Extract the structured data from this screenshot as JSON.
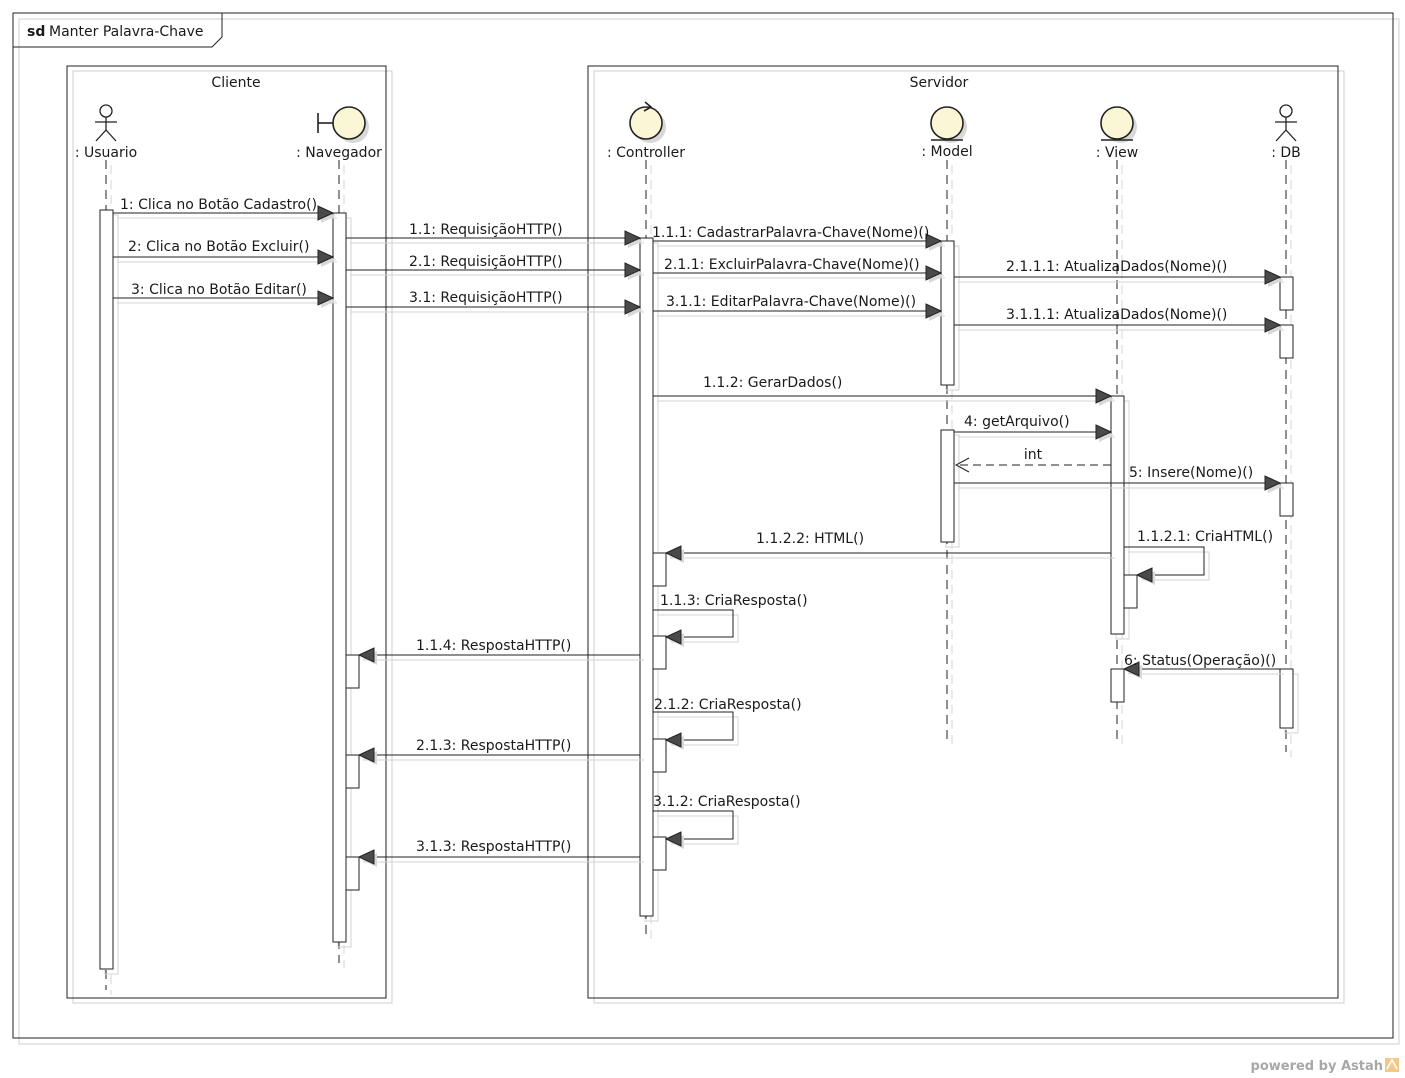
{
  "diagram": {
    "frame_keyword": "sd",
    "frame_title": "Manter Palavra-Chave",
    "groups": [
      {
        "id": "cliente",
        "title": "Cliente"
      },
      {
        "id": "servidor",
        "title": "Servidor"
      }
    ],
    "lifelines": [
      {
        "id": "usuario",
        "label": ": Usuario",
        "type": "actor"
      },
      {
        "id": "navegador",
        "label": ": Navegador",
        "type": "boundary"
      },
      {
        "id": "controller",
        "label": ": Controller",
        "type": "control"
      },
      {
        "id": "model",
        "label": ": Model",
        "type": "entity"
      },
      {
        "id": "view",
        "label": ": View",
        "type": "entity"
      },
      {
        "id": "db",
        "label": ": DB",
        "type": "actor"
      }
    ],
    "messages": [
      {
        "id": "m1",
        "label": "1: Clica no Botão Cadastro()",
        "from": "usuario",
        "to": "navegador",
        "kind": "sync"
      },
      {
        "id": "m2",
        "label": "2: Clica no Botão Excluir()",
        "from": "usuario",
        "to": "navegador",
        "kind": "sync"
      },
      {
        "id": "m3",
        "label": "3: Clica no Botão Editar()",
        "from": "usuario",
        "to": "navegador",
        "kind": "sync"
      },
      {
        "id": "m1_1",
        "label": "1.1: RequisiçãoHTTP()",
        "from": "navegador",
        "to": "controller",
        "kind": "sync"
      },
      {
        "id": "m2_1",
        "label": "2.1: RequisiçãoHTTP()",
        "from": "navegador",
        "to": "controller",
        "kind": "sync"
      },
      {
        "id": "m3_1",
        "label": "3.1: RequisiçãoHTTP()",
        "from": "navegador",
        "to": "controller",
        "kind": "sync"
      },
      {
        "id": "m1_1_1",
        "label": "1.1.1: CadastrarPalavra-Chave(Nome)()",
        "from": "controller",
        "to": "model",
        "kind": "sync"
      },
      {
        "id": "m2_1_1",
        "label": "2.1.1: ExcluirPalavra-Chave(Nome)()",
        "from": "controller",
        "to": "model",
        "kind": "sync"
      },
      {
        "id": "m3_1_1",
        "label": "3.1.1: EditarPalavra-Chave(Nome)()",
        "from": "controller",
        "to": "model",
        "kind": "sync"
      },
      {
        "id": "m2_1_1_1",
        "label": "2.1.1.1: AtualizaDados(Nome)()",
        "from": "model",
        "to": "db",
        "kind": "sync"
      },
      {
        "id": "m3_1_1_1",
        "label": "3.1.1.1: AtualizaDados(Nome)()",
        "from": "model",
        "to": "db",
        "kind": "sync"
      },
      {
        "id": "m1_1_2",
        "label": "1.1.2: GerarDados()",
        "from": "controller",
        "to": "view",
        "kind": "sync"
      },
      {
        "id": "m4",
        "label": "4: getArquivo()",
        "from": "model",
        "to": "view",
        "kind": "sync"
      },
      {
        "id": "m4_ret",
        "label": "int",
        "from": "view",
        "to": "model",
        "kind": "return"
      },
      {
        "id": "m5",
        "label": "5: Insere(Nome)()",
        "from": "model",
        "to": "db",
        "kind": "sync"
      },
      {
        "id": "m1_1_2_2",
        "label": "1.1.2.2: HTML()",
        "from": "view",
        "to": "controller",
        "kind": "sync"
      },
      {
        "id": "m1_1_2_1",
        "label": "1.1.2.1: CriaHTML()",
        "from": "view",
        "to": "view",
        "kind": "self"
      },
      {
        "id": "m1_1_3",
        "label": "1.1.3: CriaResposta()",
        "from": "controller",
        "to": "controller",
        "kind": "self"
      },
      {
        "id": "m1_1_4",
        "label": "1.1.4: RespostaHTTP()",
        "from": "controller",
        "to": "navegador",
        "kind": "sync"
      },
      {
        "id": "m6",
        "label": "6: Status(Operação)()",
        "from": "db",
        "to": "view",
        "kind": "sync"
      },
      {
        "id": "m2_1_2",
        "label": "2.1.2: CriaResposta()",
        "from": "controller",
        "to": "controller",
        "kind": "self"
      },
      {
        "id": "m2_1_3",
        "label": "2.1.3: RespostaHTTP()",
        "from": "controller",
        "to": "navegador",
        "kind": "sync"
      },
      {
        "id": "m3_1_2",
        "label": "3.1.2: CriaResposta()",
        "from": "controller",
        "to": "controller",
        "kind": "self"
      },
      {
        "id": "m3_1_3",
        "label": "3.1.3: RespostaHTTP()",
        "from": "controller",
        "to": "navegador",
        "kind": "sync"
      }
    ]
  },
  "footer": {
    "powered_by": "powered by Astah"
  }
}
